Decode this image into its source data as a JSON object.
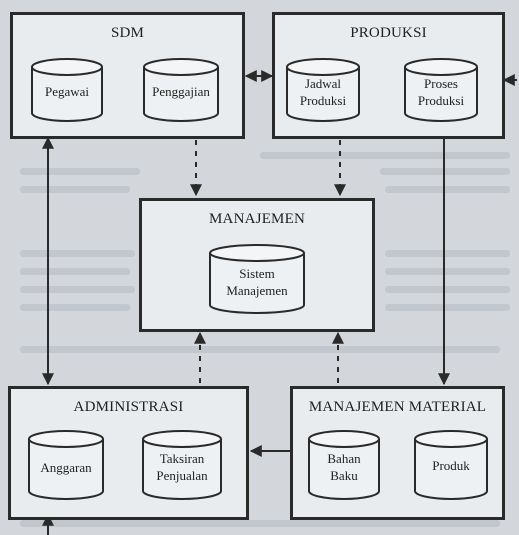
{
  "diagram": {
    "modules": {
      "sdm": {
        "title": "SDM",
        "stores": [
          "Pegawai",
          "Penggajian"
        ]
      },
      "produksi": {
        "title": "PRODUKSI",
        "stores": [
          "Jadwal\nProduksi",
          "Proses\nProduksi"
        ]
      },
      "manajemen": {
        "title": "MANAJEMEN",
        "stores": [
          "Sistem\nManajemen"
        ]
      },
      "administrasi": {
        "title": "ADMINISTRASI",
        "stores": [
          "Anggaran",
          "Taksiran\nPenjualan"
        ]
      },
      "material": {
        "title": "MANAJEMEN MATERIAL",
        "stores": [
          "Bahan\nBaku",
          "Produk"
        ]
      }
    },
    "colors": {
      "border": "#2a2a2a",
      "box_fill": "#e9ecef",
      "background": "#d3d7dc"
    }
  }
}
